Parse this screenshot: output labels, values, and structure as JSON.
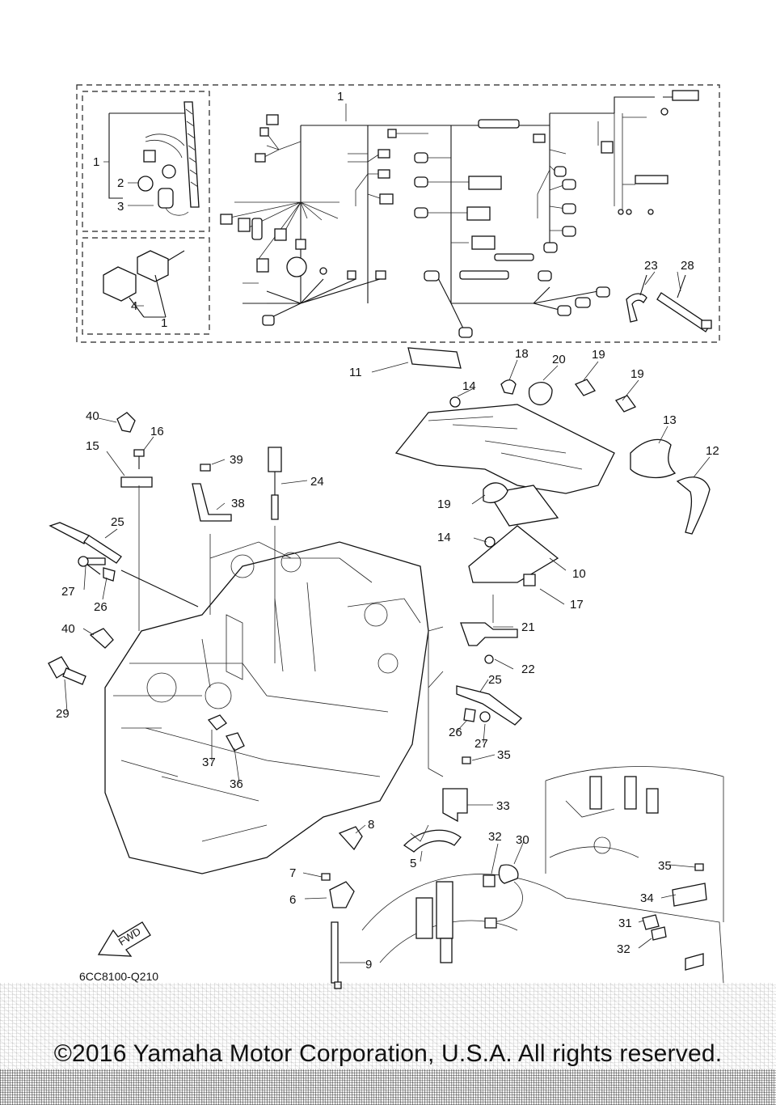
{
  "diagram": {
    "code": "6CC8100-Q210",
    "fwd_label": "FWD",
    "callouts": {
      "n1": "1",
      "n2": "2",
      "n3": "3",
      "n4": "4",
      "n5": "5",
      "n6": "6",
      "n7": "7",
      "n8": "8",
      "n9": "9",
      "n10": "10",
      "n11": "11",
      "n12": "12",
      "n13": "13",
      "n14": "14",
      "n15": "15",
      "n16": "16",
      "n17": "17",
      "n18": "18",
      "n19": "19",
      "n20": "20",
      "n21": "21",
      "n22": "22",
      "n23": "23",
      "n24": "24",
      "n25": "25",
      "n26": "26",
      "n27": "27",
      "n28": "28",
      "n29": "29",
      "n30": "30",
      "n31": "31",
      "n32": "32",
      "n33": "33",
      "n34": "34",
      "n35": "35",
      "n36": "36",
      "n37": "37",
      "n38": "38",
      "n39": "39",
      "n40": "40"
    }
  },
  "copyright": "©2016 Yamaha Motor Corporation, U.S.A. All rights reserved."
}
